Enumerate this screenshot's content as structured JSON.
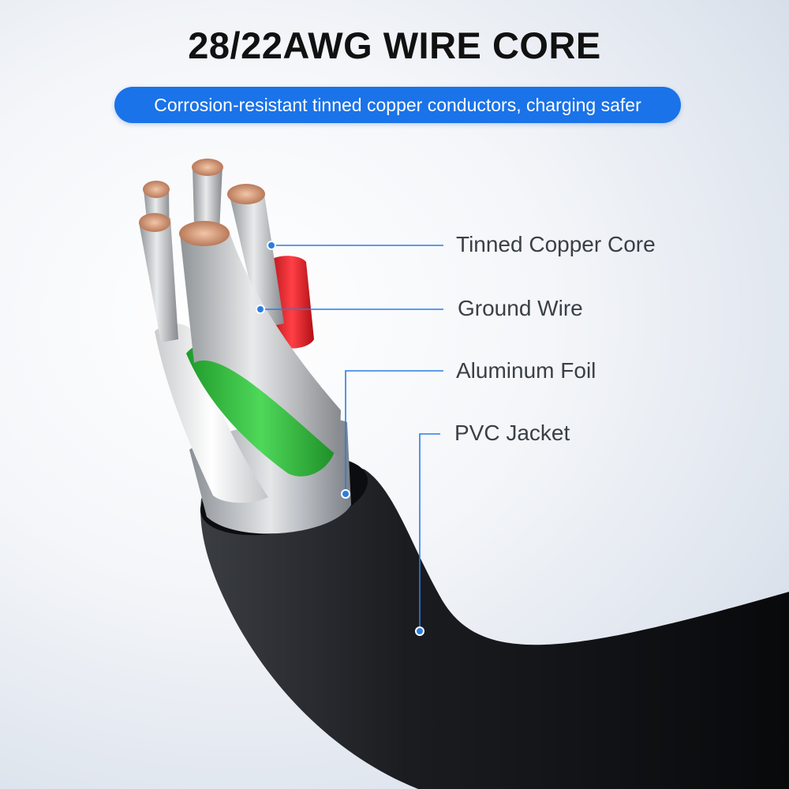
{
  "headline": "28/22AWG WIRE CORE",
  "subtitle": "Corrosion-resistant tinned copper conductors, charging safer",
  "callouts": {
    "tinned_copper_core": "Tinned Copper Core",
    "ground_wire": "Ground Wire",
    "aluminum_foil": "Aluminum Foil",
    "pvc_jacket": "PVC Jacket"
  },
  "colors": {
    "accent_blue": "#1a73e8",
    "callout_line": "#2a7de1",
    "jacket_black": "#101215",
    "insulation_green": "#2fbf3a",
    "insulation_red": "#e8232a",
    "insulation_white": "#f2f2f2",
    "foil_silver": "#b9bdc2",
    "copper": "#d89878"
  }
}
